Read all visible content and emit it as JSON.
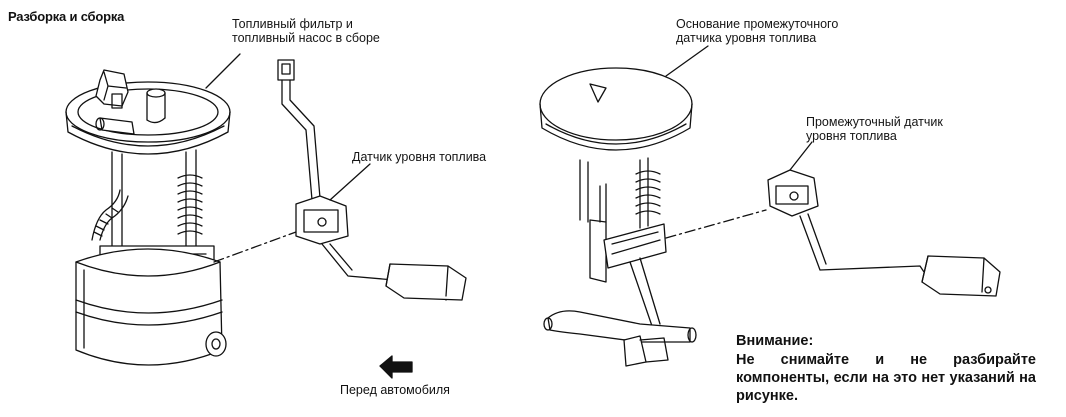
{
  "title": "Разборка и сборка",
  "labels": {
    "filter_pump_1": "Топливный фильтр и",
    "filter_pump_2": "топливный насос в сборе",
    "fuel_level_sensor": "Датчик уровня топлива",
    "intermediate_base_1": "Основание промежуточного",
    "intermediate_base_2": "датчика уровня топлива",
    "intermediate_sensor_1": "Промежуточный датчик",
    "intermediate_sensor_2": "уровня топлива",
    "vehicle_front": "Перед автомобиля"
  },
  "warning": {
    "heading": "Внимание:",
    "body": "Не снимайте и не разбирайте компоненты, если на это нет указаний на рисунке."
  },
  "icons": [
    "front-arrow-icon"
  ]
}
